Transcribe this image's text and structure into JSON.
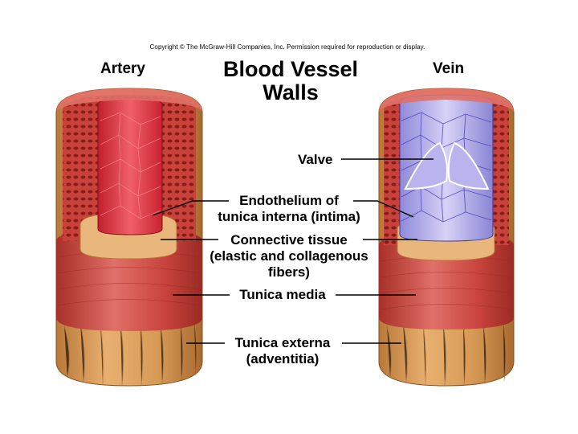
{
  "copyright": "Copyright © The McGraw-Hill Companies, Inc. Permission required for reproduction or display.",
  "left_heading": "Artery",
  "right_heading": "Vein",
  "title_line1": "Blood Vessel",
  "title_line2": "Walls",
  "labels": {
    "valve": "Valve",
    "endothelium_line1": "Endothelium of",
    "endothelium_line2": "tunica interna (intima)",
    "connective_line1": "Connective tissue",
    "connective_line2": "(elastic and collagenous",
    "connective_line3": "fibers)",
    "media": "Tunica media",
    "externa_line1": "Tunica externa",
    "externa_line2": "(adventitia)"
  },
  "colors": {
    "externa": "#d79a55",
    "externa_dark": "#b87838",
    "media": "#c8423c",
    "media_light": "#e07068",
    "intima_artery": "#e23a45",
    "intima_vein": "#a9a4e6",
    "connective": "#e9b67c",
    "leader": "#000000"
  }
}
